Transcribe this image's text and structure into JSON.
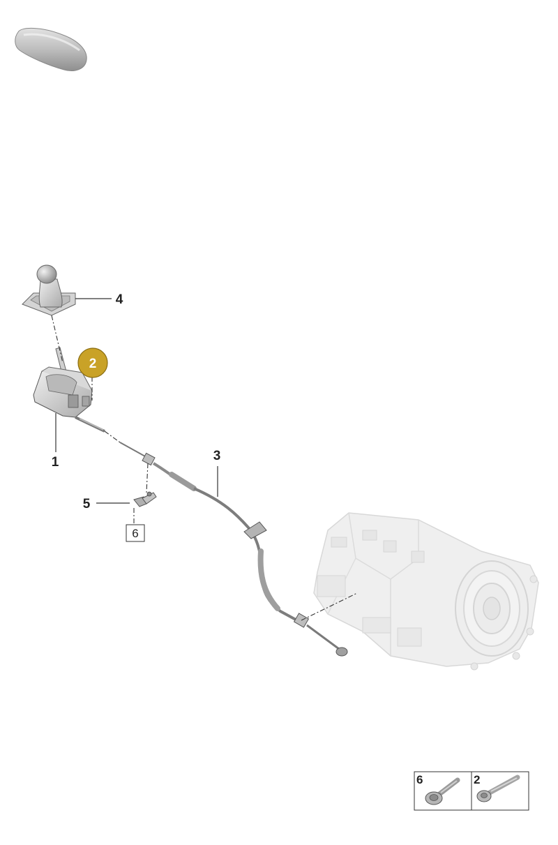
{
  "diagram": {
    "callouts": [
      {
        "id": "1",
        "label": "1"
      },
      {
        "id": "2",
        "label": "2",
        "highlighted": true
      },
      {
        "id": "3",
        "label": "3"
      },
      {
        "id": "4",
        "label": "4"
      },
      {
        "id": "5",
        "label": "5"
      },
      {
        "id": "6",
        "label": "6",
        "boxed": true
      }
    ],
    "legend": [
      {
        "label": "6",
        "icon": "flange-bolt-icon"
      },
      {
        "label": "2",
        "icon": "bolt-icon"
      }
    ],
    "colors": {
      "highlight": "#c9a227",
      "highlight_border": "#8a6d12",
      "part_fill": "#c8c8c8",
      "ghost_fill": "#ececec",
      "line": "#333333"
    },
    "icons": {
      "vehicle": "car-silhouette-icon",
      "shift_knob": "shift-knob-with-boot-icon",
      "shifter": "gear-shifter-assembly-icon",
      "cable": "shift-cable-icon",
      "bracket": "bracket-icon",
      "transmission": "transmission-ghost-icon"
    }
  }
}
